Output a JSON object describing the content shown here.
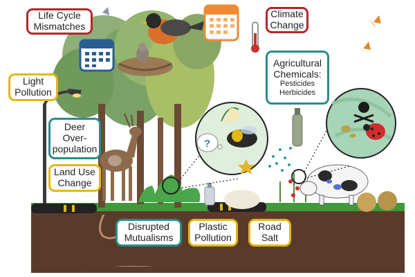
{
  "labels": {
    "life_cycle": [
      "Life Cycle",
      "Mismatches"
    ],
    "climate": [
      "Climate",
      "Change"
    ],
    "light": [
      "Light",
      "Pollution"
    ],
    "agri_title": [
      "Agricultural",
      "Chemicals:"
    ],
    "agri_items": [
      "Pesticides",
      "Herbicides"
    ],
    "deer": [
      "Deer",
      "Over-",
      "population"
    ],
    "land_use": [
      "Land Use",
      "Change"
    ],
    "mutualisms": [
      "Disrupted",
      "Mutualisms"
    ],
    "plastic": [
      "Plastic",
      "Pollution"
    ],
    "road_salt": [
      "Road",
      "Salt"
    ],
    "question_mark": "?"
  },
  "colors": {
    "red_border": "#b3262b",
    "yellow_border": "#e2b814",
    "teal_border": "#2a8c8c",
    "soil": "#5a3b2a",
    "grass": "#3f9a3a",
    "road": "#222222"
  }
}
